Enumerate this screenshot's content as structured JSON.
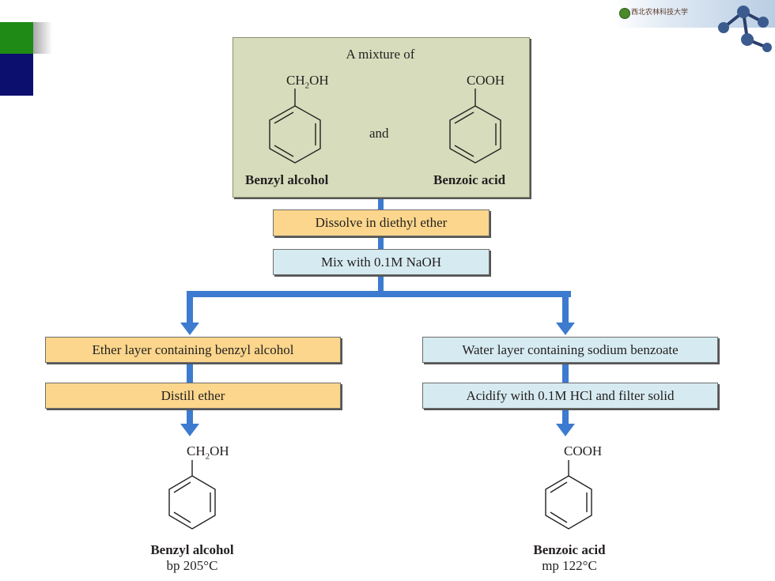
{
  "mixture": {
    "title": "A mixture of",
    "left_formula": {
      "main": "CH",
      "sub": "2",
      "tail": "OH"
    },
    "conjunction": "and",
    "right_formula": "COOH",
    "left_name": "Benzyl alcohol",
    "right_name": "Benzoic acid"
  },
  "steps": {
    "dissolve": "Dissolve in diethyl ether",
    "mix": "Mix with 0.1M NaOH"
  },
  "left_branch": {
    "layer": "Ether layer containing benzyl alcohol",
    "step": "Distill ether",
    "formula": {
      "main": "CH",
      "sub": "2",
      "tail": "OH"
    },
    "product": "Benzyl alcohol",
    "property": "bp 205°C"
  },
  "right_branch": {
    "layer": "Water layer containing sodium benzoate",
    "step": "Acidify with 0.1M HCl and filter solid",
    "formula": "COOH",
    "product": "Benzoic acid",
    "property": "mp 122°C"
  },
  "colors": {
    "arrow": "#3c7bcf",
    "mixture_box": "#d7ddbc",
    "orange_box": "#fbd68c",
    "blue_box": "#d6ebf1"
  }
}
